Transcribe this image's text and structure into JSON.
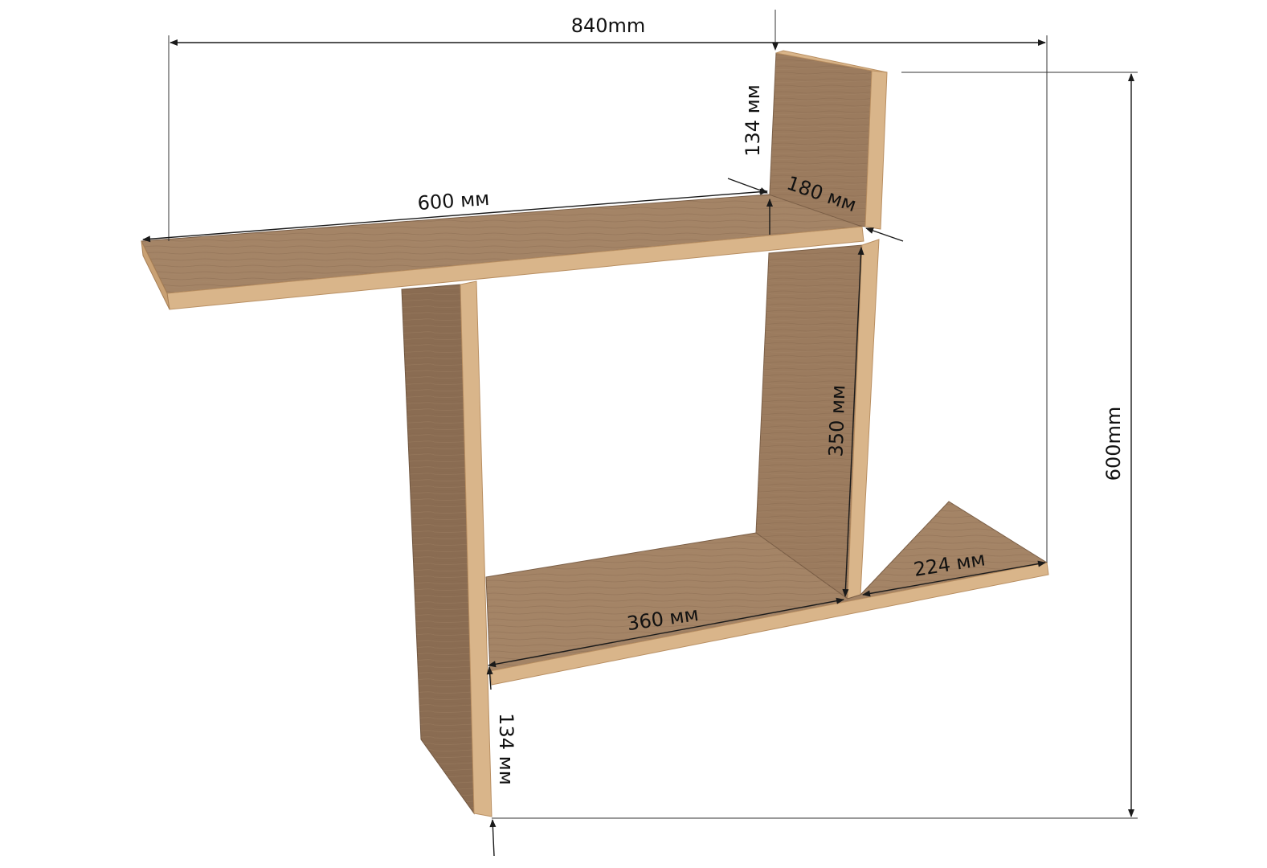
{
  "colors": {
    "panel_face": "#9b7b5e",
    "panel_face_dark": "#8a6c52",
    "panel_edge": "#d9b58a",
    "panel_edge_shade": "#c9a174",
    "panel_top": "#a48466",
    "dimension_line": "#1a1a1a",
    "background": "#ffffff"
  },
  "dimensions": {
    "overall_width": "840mm",
    "overall_height": "600mm",
    "top_shelf_length": "600 мм",
    "top_upright_height": "134 мм",
    "shelf_depth": "180 мм",
    "middle_upright_height": "350 мм",
    "bottom_shelf_inner_length": "360 мм",
    "bottom_shelf_right_length": "224 мм",
    "bottom_upright_height": "134 мм"
  }
}
